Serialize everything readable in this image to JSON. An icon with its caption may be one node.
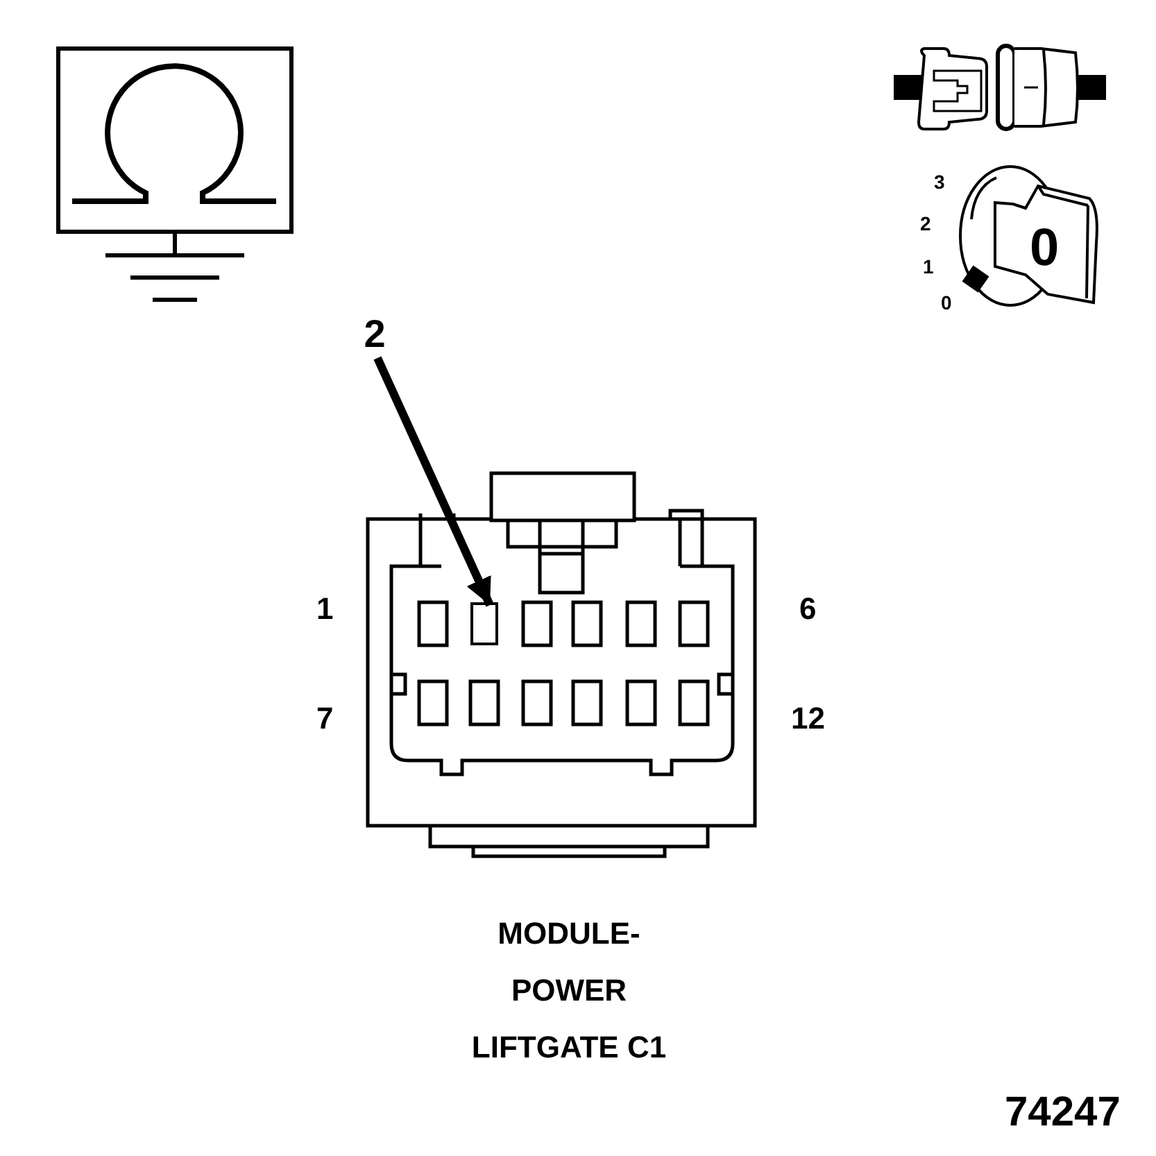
{
  "diagram": {
    "caption": "MODULE- POWER LIFTGATE C1",
    "nodes": [
      {
        "text": [
          "2"
        ]
      },
      {
        "text": [],
        "shape": "box"
      }
    ],
    "edges": [
      {
        "from": 0,
        "to": 1,
        "arrow": "to"
      }
    ],
    "labels": [
      "3",
      "2",
      "1",
      "0",
      "0",
      "1",
      "6",
      "7",
      "12",
      "74247"
    ]
  }
}
